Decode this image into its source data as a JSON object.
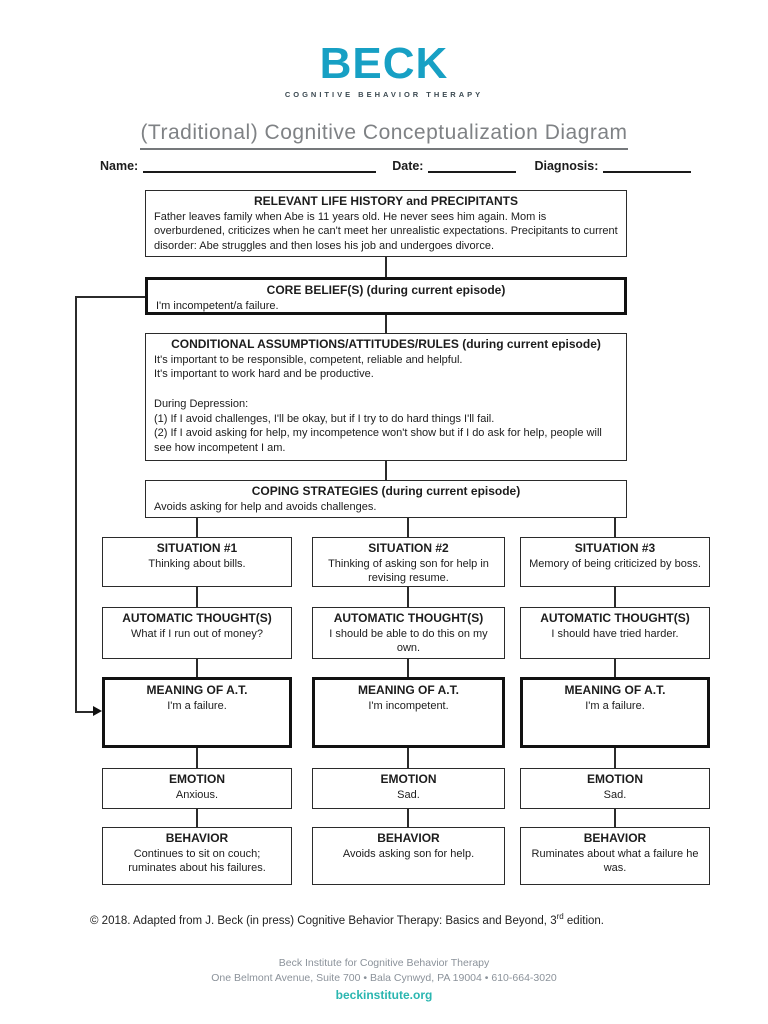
{
  "logo": {
    "text": "BECK",
    "tagline": "COGNITIVE BEHAVIOR THERAPY"
  },
  "title": "(Traditional) Cognitive Conceptualization Diagram",
  "form": {
    "name_label": "Name:",
    "name_value": "",
    "date_label": "Date:",
    "date_value": "",
    "diagnosis_label": "Diagnosis:",
    "diagnosis_value": ""
  },
  "boxes": {
    "relevant": {
      "title": "RELEVANT LIFE HISTORY and PRECIPITANTS",
      "body": "Father leaves family when Abe is 11 years old. He never sees him again. Mom is overburdened, criticizes when he can't meet her unrealistic expectations. Precipitants to current disorder: Abe struggles and then loses his job and undergoes divorce."
    },
    "core": {
      "title": "CORE BELIEF(S) (during current episode)",
      "body": "I'm incompetent/a failure."
    },
    "conditional": {
      "title": "CONDITIONAL ASSUMPTIONS/ATTITUDES/RULES (during current episode)",
      "body": "It's important to be responsible, competent, reliable and helpful.\nIt's important to work hard and be productive.\n\nDuring Depression:\n(1) If I avoid challenges, I'll be okay, but if I try to do hard things I'll fail.\n(2) If I avoid asking for help, my incompetence won't show but if I do ask for help, people will see how incompetent I am."
    },
    "coping": {
      "title": "COPING STRATEGIES (during current episode)",
      "body": "Avoids asking for help and avoids challenges."
    }
  },
  "columns": [
    {
      "situation": {
        "title": "SITUATION #1",
        "body": "Thinking about bills."
      },
      "automatic_thought": {
        "title": "AUTOMATIC THOUGHT(S)",
        "body": "What if I run out of money?"
      },
      "meaning": {
        "title": "MEANING OF A.T.",
        "body": "I'm a failure."
      },
      "emotion": {
        "title": "EMOTION",
        "body": "Anxious."
      },
      "behavior": {
        "title": "BEHAVIOR",
        "body": "Continues to sit on couch; ruminates about his failures."
      }
    },
    {
      "situation": {
        "title": "SITUATION #2",
        "body": "Thinking of asking son for help in revising resume."
      },
      "automatic_thought": {
        "title": "AUTOMATIC THOUGHT(S)",
        "body": "I should be able to do this on my own."
      },
      "meaning": {
        "title": "MEANING OF A.T.",
        "body": "I'm incompetent."
      },
      "emotion": {
        "title": "EMOTION",
        "body": "Sad."
      },
      "behavior": {
        "title": "BEHAVIOR",
        "body": "Avoids asking son for help."
      }
    },
    {
      "situation": {
        "title": "SITUATION #3",
        "body": "Memory of being criticized by boss."
      },
      "automatic_thought": {
        "title": "AUTOMATIC THOUGHT(S)",
        "body": "I should have tried harder."
      },
      "meaning": {
        "title": "MEANING OF A.T.",
        "body": "I'm a failure."
      },
      "emotion": {
        "title": "EMOTION",
        "body": "Sad."
      },
      "behavior": {
        "title": "BEHAVIOR",
        "body": "Ruminates about what a failure he was."
      }
    }
  ],
  "copyright": {
    "prefix": "© 2018. Adapted from J. Beck (in press) Cognitive Behavior Therapy: Basics and Beyond, 3",
    "superscript": "rd",
    "suffix": " edition."
  },
  "footer": {
    "org": "Beck Institute for Cognitive Behavior Therapy",
    "address": "One Belmont Avenue, Suite 700 • Bala Cynwyd, PA 19004 • 610-664-3020",
    "website": "beckinstitute.org"
  },
  "colors": {
    "brand_teal": "#17a0c4",
    "footer_teal": "#2ab6b0",
    "title_gray": "#7f8285"
  }
}
